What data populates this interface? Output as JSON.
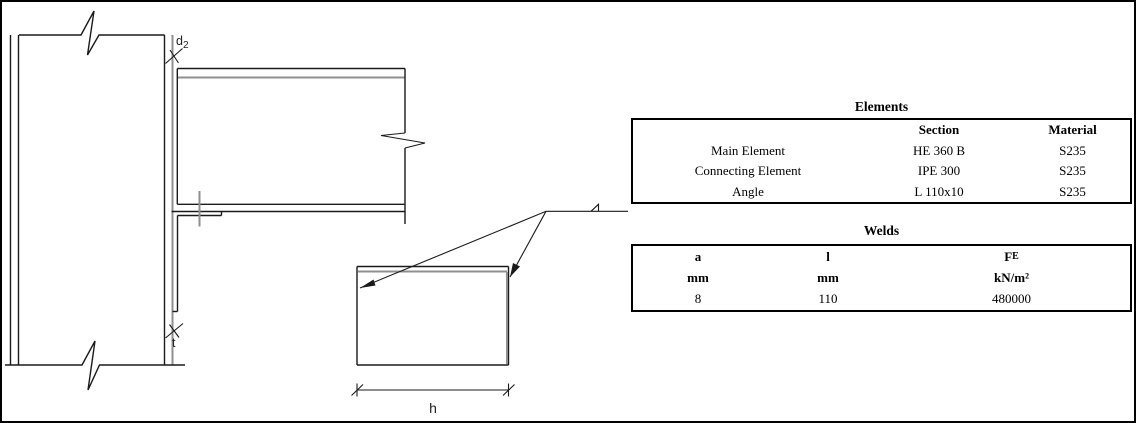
{
  "colors": {
    "line": "#1a1a1a",
    "gray_line": "#8f8f8f",
    "background": "#ffffff"
  },
  "drawing": {
    "labels": {
      "gap_dim_main": "d",
      "gap_dim_sub": "2",
      "thickness_dim": "t",
      "height_dim": "h"
    }
  },
  "tables": {
    "elements": {
      "title": "Elements",
      "headers": {
        "section": "Section",
        "material": "Material"
      },
      "rows": [
        {
          "label": "Main Element",
          "section": "HE 360 B",
          "material": "S235"
        },
        {
          "label": "Connecting Element",
          "section": "IPE 300",
          "material": "S235"
        },
        {
          "label": "Angle",
          "section": "L 110x10",
          "material": "S235"
        }
      ]
    },
    "welds": {
      "title": "Welds",
      "headers": {
        "a": "a",
        "l": "l",
        "f_main": "F",
        "f_sub": "E"
      },
      "units": {
        "a": "mm",
        "l": "mm",
        "f": "kN/m²"
      },
      "values": {
        "a": "8",
        "l": "110",
        "f": "480000"
      }
    }
  }
}
